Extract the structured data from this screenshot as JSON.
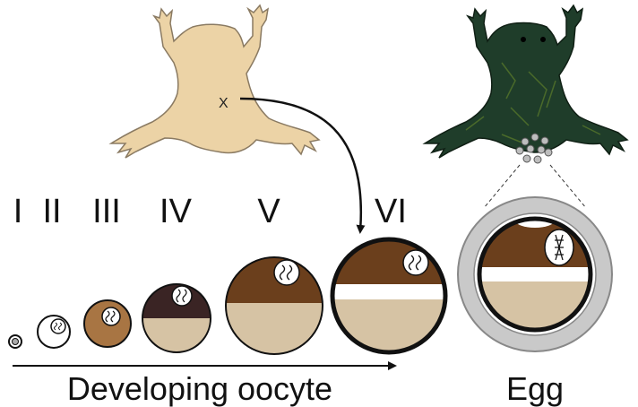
{
  "stages": [
    {
      "label": "I"
    },
    {
      "label": "II"
    },
    {
      "label": "III"
    },
    {
      "label": "IV"
    },
    {
      "label": "V"
    },
    {
      "label": "VI"
    }
  ],
  "labels": {
    "developing": "Developing oocyte",
    "egg": "Egg",
    "ovary_mark": "X"
  },
  "colors": {
    "frog_tan": "#ecd3a6",
    "frog_dark": "#1f3d2a",
    "yolk_brown": "#6b3f1c",
    "stage4_dark": "#3a2424",
    "vegetal_tan": "#d6c3a4",
    "stage3_brown": "#a87543",
    "egg_jelly": "#c9c9c9"
  }
}
